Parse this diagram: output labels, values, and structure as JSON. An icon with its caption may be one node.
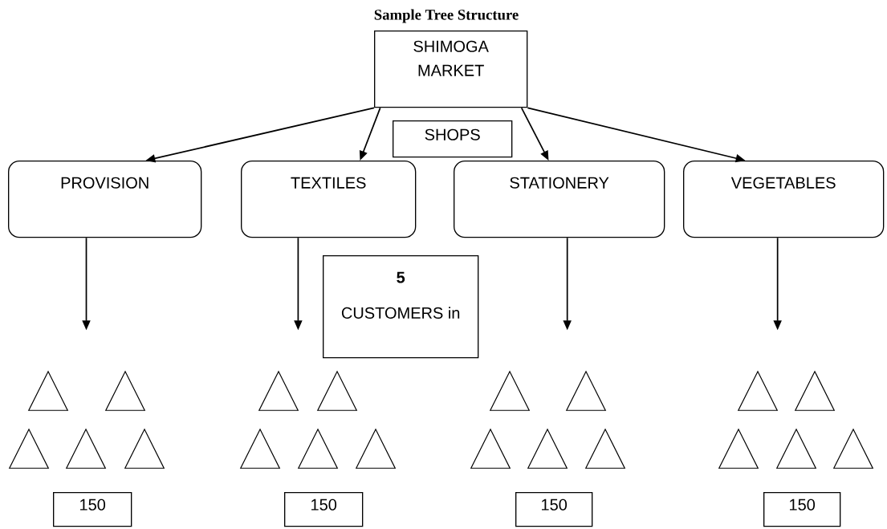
{
  "diagram": {
    "title": "Sample Tree Structure",
    "nodes": [
      {
        "text": [
          "SHIMOGA MARKET"
        ]
      },
      {
        "text": [
          "SHOPS"
        ]
      },
      {
        "text": [
          "PROVISION"
        ]
      },
      {
        "text": [
          "TEXTILES"
        ]
      },
      {
        "text": [
          "STATIONERY"
        ]
      },
      {
        "text": [
          "VEGETABLES"
        ]
      },
      {
        "text": [
          "5",
          "CUSTOMERS in"
        ]
      },
      {
        "text": [],
        "shape": "triangle"
      },
      {
        "text": [],
        "shape": "triangle"
      },
      {
        "text": [],
        "shape": "triangle"
      },
      {
        "text": [],
        "shape": "triangle"
      },
      {
        "text": [],
        "shape": "triangle"
      },
      {
        "text": [],
        "shape": "triangle"
      },
      {
        "text": [],
        "shape": "triangle"
      },
      {
        "text": [],
        "shape": "triangle"
      },
      {
        "text": [],
        "shape": "triangle"
      },
      {
        "text": [],
        "shape": "triangle"
      },
      {
        "text": [],
        "shape": "triangle"
      },
      {
        "text": [],
        "shape": "triangle"
      },
      {
        "text": [],
        "shape": "triangle"
      },
      {
        "text": [],
        "shape": "triangle"
      },
      {
        "text": [],
        "shape": "triangle"
      },
      {
        "text": [],
        "shape": "triangle"
      },
      {
        "text": [],
        "shape": "triangle"
      },
      {
        "text": [],
        "shape": "triangle"
      },
      {
        "text": [],
        "shape": "triangle"
      },
      {
        "text": [],
        "shape": "triangle"
      },
      {
        "text": [
          "150"
        ]
      },
      {
        "text": [
          "150"
        ]
      },
      {
        "text": [
          "150"
        ]
      },
      {
        "text": [
          "150"
        ]
      }
    ],
    "edges": [
      {
        "from": 0,
        "to": 2,
        "arrow": "to"
      },
      {
        "from": 0,
        "to": 3,
        "arrow": "to"
      },
      {
        "from": 0,
        "to": 4,
        "arrow": "to"
      },
      {
        "from": 0,
        "to": 5,
        "arrow": "to"
      },
      {
        "from": 2,
        "to": null,
        "arrow": "to"
      },
      {
        "from": 3,
        "to": null,
        "arrow": "to"
      },
      {
        "from": 4,
        "to": null,
        "arrow": "to"
      },
      {
        "from": 5,
        "to": null,
        "arrow": "to"
      }
    ]
  }
}
